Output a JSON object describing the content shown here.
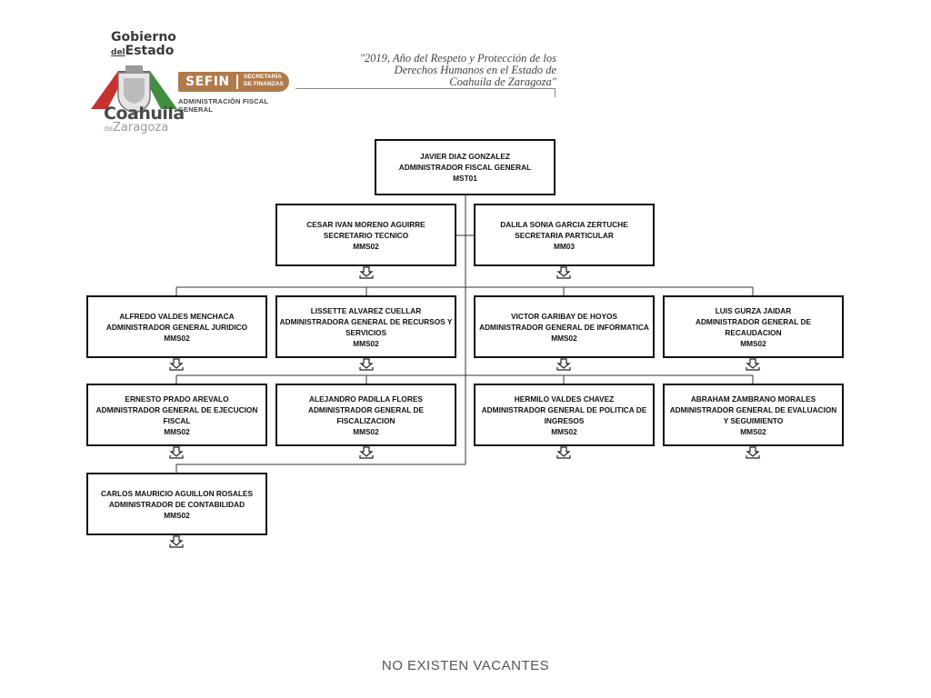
{
  "header": {
    "logo_gobierno": "Gobierno",
    "logo_del": "del",
    "logo_estado": "Estado",
    "logo_coahuila": "Coahuila",
    "logo_de": "de",
    "logo_zaragoza": "Zaragoza",
    "sefin": "SEFIN",
    "sefin_sub_1": "SECRETARÍA",
    "sefin_sub_2": "DE FINANZAS",
    "afg": "ADMINISTRACIÓN FISCAL GENERAL",
    "motto": [
      "\"2019, Año del Respeto y Protección de los",
      "Derechos Humanos en el Estado de",
      "Coahuila de Zaragoza\""
    ]
  },
  "org": {
    "head": {
      "name": "JAVIER DIAZ GONZALEZ",
      "position": "ADMINISTRADOR FISCAL GENERAL",
      "code": "MST01"
    },
    "staff": [
      {
        "name": "CESAR IVAN MORENO AGUIRRE",
        "position": "SECRETARIO TECNICO",
        "code": "MMS02"
      },
      {
        "name": "DALILA SONIA GARCIA ZERTUCHE",
        "position": "SECRETARIA PARTICULAR",
        "code": "MM03"
      }
    ],
    "row1": [
      {
        "name": "ALFREDO VALDES MENCHACA",
        "position": "ADMINISTRADOR GENERAL JURIDICO",
        "code": "MMS02"
      },
      {
        "name": "LISSETTE ALVAREZ CUELLAR",
        "position": "ADMINISTRADORA GENERAL DE RECURSOS Y SERVICIOS",
        "code": "MMS02"
      },
      {
        "name": "VICTOR GARIBAY DE HOYOS",
        "position": "ADMINISTRADOR GENERAL DE INFORMATICA",
        "code": "MMS02"
      },
      {
        "name": "LUIS GURZA JAIDAR",
        "position": "ADMINISTRADOR GENERAL DE RECAUDACION",
        "code": "MMS02"
      }
    ],
    "row2": [
      {
        "name": "ERNESTO PRADO AREVALO",
        "position": "ADMINISTRADOR GENERAL DE EJECUCION FISCAL",
        "code": "MMS02"
      },
      {
        "name": "ALEJANDRO PADILLA FLORES",
        "position": "ADMINISTRADOR GENERAL DE FISCALIZACION",
        "code": "MMS02"
      },
      {
        "name": "HERMILO VALDES CHAVEZ",
        "position": "ADMINISTRADOR GENERAL DE POLITICA DE INGRESOS",
        "code": "MMS02"
      },
      {
        "name": "ABRAHAM ZAMBRANO MORALES",
        "position": "ADMINISTRADOR GENERAL DE EVALUACION Y SEGUIMIENTO",
        "code": "MMS02"
      }
    ],
    "row3": [
      {
        "name": "CARLOS MAURICIO AGUILLON ROSALES",
        "position": "ADMINISTRADOR DE CONTABILIDAD",
        "code": "MMS02"
      }
    ]
  },
  "footer": "NO EXISTEN VACANTES",
  "colors": {
    "sefin_brown": "#b07b4a",
    "crest_red": "#c8322e",
    "crest_green": "#3f8f3f"
  },
  "icons": [
    "expand-subordinates-icon"
  ]
}
